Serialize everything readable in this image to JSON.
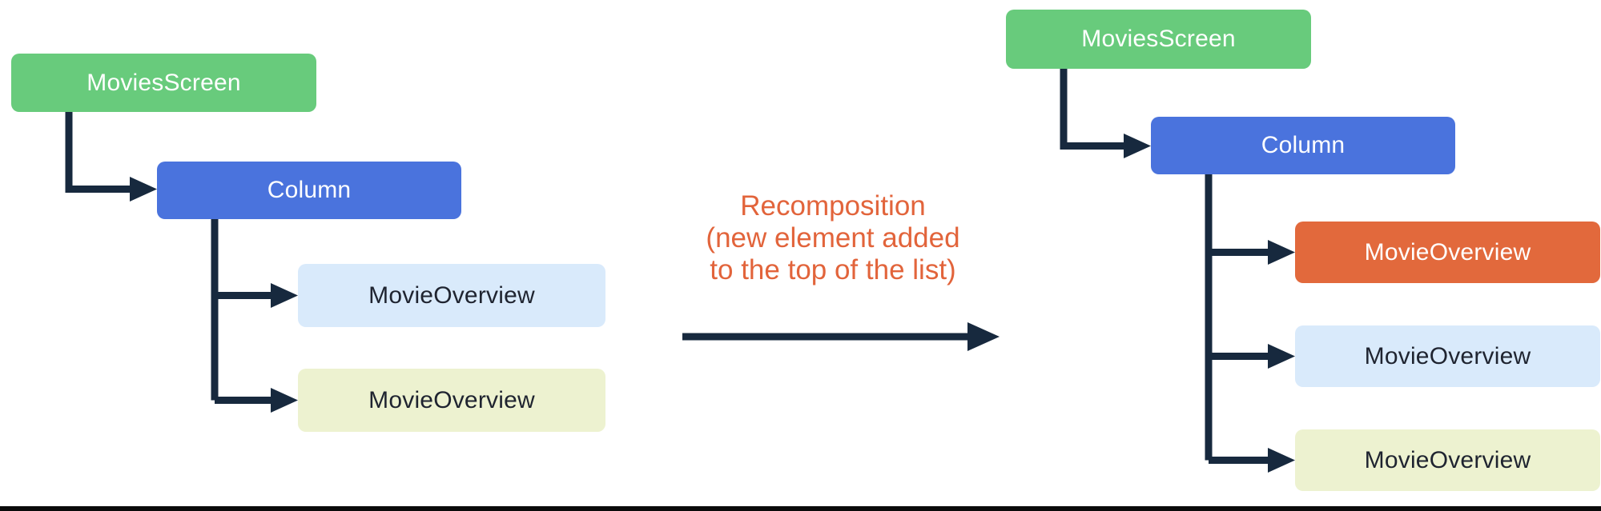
{
  "diagram": {
    "left_tree": {
      "nodes": [
        {
          "id": "left-moviesscreen",
          "label": "MoviesScreen",
          "color": "#68CB7C"
        },
        {
          "id": "left-column",
          "label": "Column",
          "color": "#4A73DD"
        },
        {
          "id": "left-movieoverview-1",
          "label": "MovieOverview",
          "color": "#D9EAFB"
        },
        {
          "id": "left-movieoverview-2",
          "label": "MovieOverview",
          "color": "#EDF2D0"
        }
      ]
    },
    "annotation": {
      "line1": "Recomposition",
      "line2": "(new element added",
      "line3": "to the top of the list)",
      "color": "#E2643B"
    },
    "right_tree": {
      "nodes": [
        {
          "id": "right-moviesscreen",
          "label": "MoviesScreen",
          "color": "#68CB7C"
        },
        {
          "id": "right-column",
          "label": "Column",
          "color": "#4A73DD"
        },
        {
          "id": "right-movieoverview-1",
          "label": "MovieOverview",
          "color": "#E2693C"
        },
        {
          "id": "right-movieoverview-2",
          "label": "MovieOverview",
          "color": "#D9EAFB"
        },
        {
          "id": "right-movieoverview-3",
          "label": "MovieOverview",
          "color": "#EDF2D0"
        }
      ]
    },
    "colors": {
      "connector": "#17293E",
      "background": "#ffffff",
      "bottom_divider": "#0a0a0a"
    }
  }
}
